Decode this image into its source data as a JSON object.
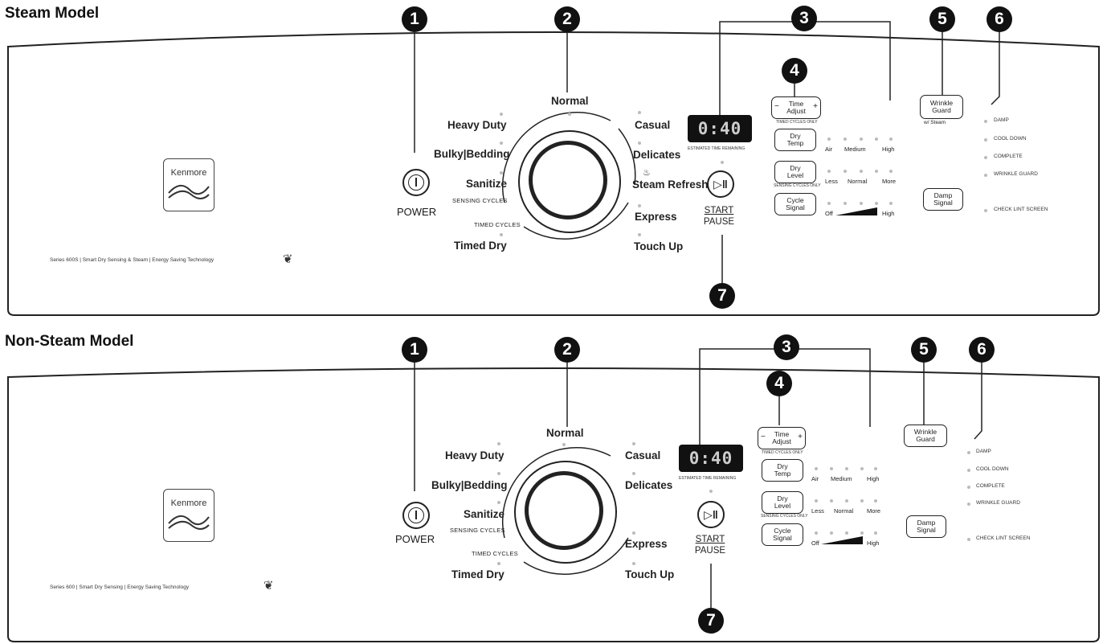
{
  "models": [
    {
      "id": "steam",
      "title": "Steam Model",
      "brand": "Kenmore",
      "series_text": "Series 600S  |  Smart Dry Sensing & Steam  |  Energy Saving Technology",
      "power_label": "POWER",
      "cycles_left": [
        "Heavy Duty",
        "Bulky|Bedding",
        "Sanitize",
        "Timed Dry"
      ],
      "cycle_top": "Normal",
      "cycles_right": [
        "Casual",
        "Delicates",
        "Steam Refresh",
        "Express",
        "Touch Up"
      ],
      "sensing_label": "SENSING CYCLES",
      "timed_label": "TIMED CYCLES",
      "display_value": "0:40",
      "display_caption": "ESTIMATED TIME REMAINING",
      "start_label": "START",
      "pause_label": "PAUSE",
      "time_adjust": "Time Adjust",
      "time_adjust_note": "TIMED CYCLES ONLY",
      "dry_temp": "Dry Temp",
      "dry_temp_opts": [
        "Air",
        "Medium",
        "High"
      ],
      "dry_level": "Dry Level",
      "dry_level_note": "SENSING CYCLES ONLY",
      "dry_level_opts": [
        "Less",
        "Normal",
        "More"
      ],
      "cycle_signal": "Cycle Signal",
      "cycle_signal_opts": [
        "Off",
        "High"
      ],
      "wrinkle_guard": "Wrinkle Guard",
      "wrinkle_note": "w/ Steam",
      "damp_signal": "Damp Signal",
      "status": [
        "DAMP",
        "COOL DOWN",
        "COMPLETE",
        "WRINKLE GUARD",
        "CHECK LINT SCREEN"
      ],
      "callouts": [
        "1",
        "2",
        "3",
        "4",
        "5",
        "6",
        "7"
      ]
    },
    {
      "id": "nonsteam",
      "title": "Non-Steam Model",
      "brand": "Kenmore",
      "series_text": "Series 600  |  Smart Dry Sensing  |  Energy Saving Technology",
      "power_label": "POWER",
      "cycles_left": [
        "Heavy Duty",
        "Bulky|Bedding",
        "Sanitize",
        "Timed Dry"
      ],
      "cycle_top": "Normal",
      "cycles_right": [
        "Casual",
        "Delicates",
        "",
        "Express",
        "Touch Up"
      ],
      "sensing_label": "SENSING CYCLES",
      "timed_label": "TIMED CYCLES",
      "display_value": "0:40",
      "display_caption": "ESTIMATED TIME REMAINING",
      "start_label": "START",
      "pause_label": "PAUSE",
      "time_adjust": "Time Adjust",
      "time_adjust_note": "TIMED CYCLES ONLY",
      "dry_temp": "Dry Temp",
      "dry_temp_opts": [
        "Air",
        "Medium",
        "High"
      ],
      "dry_level": "Dry Level",
      "dry_level_note": "SENSING CYCLES ONLY",
      "dry_level_opts": [
        "Less",
        "Normal",
        "More"
      ],
      "cycle_signal": "Cycle Signal",
      "cycle_signal_opts": [
        "Off",
        "High"
      ],
      "wrinkle_guard": "Wrinkle Guard",
      "wrinkle_note": "",
      "damp_signal": "Damp Signal",
      "status": [
        "DAMP",
        "COOL DOWN",
        "COMPLETE",
        "WRINKLE GUARD",
        "CHECK LINT SCREEN"
      ],
      "callouts": [
        "1",
        "2",
        "3",
        "4",
        "5",
        "6",
        "7"
      ]
    }
  ]
}
